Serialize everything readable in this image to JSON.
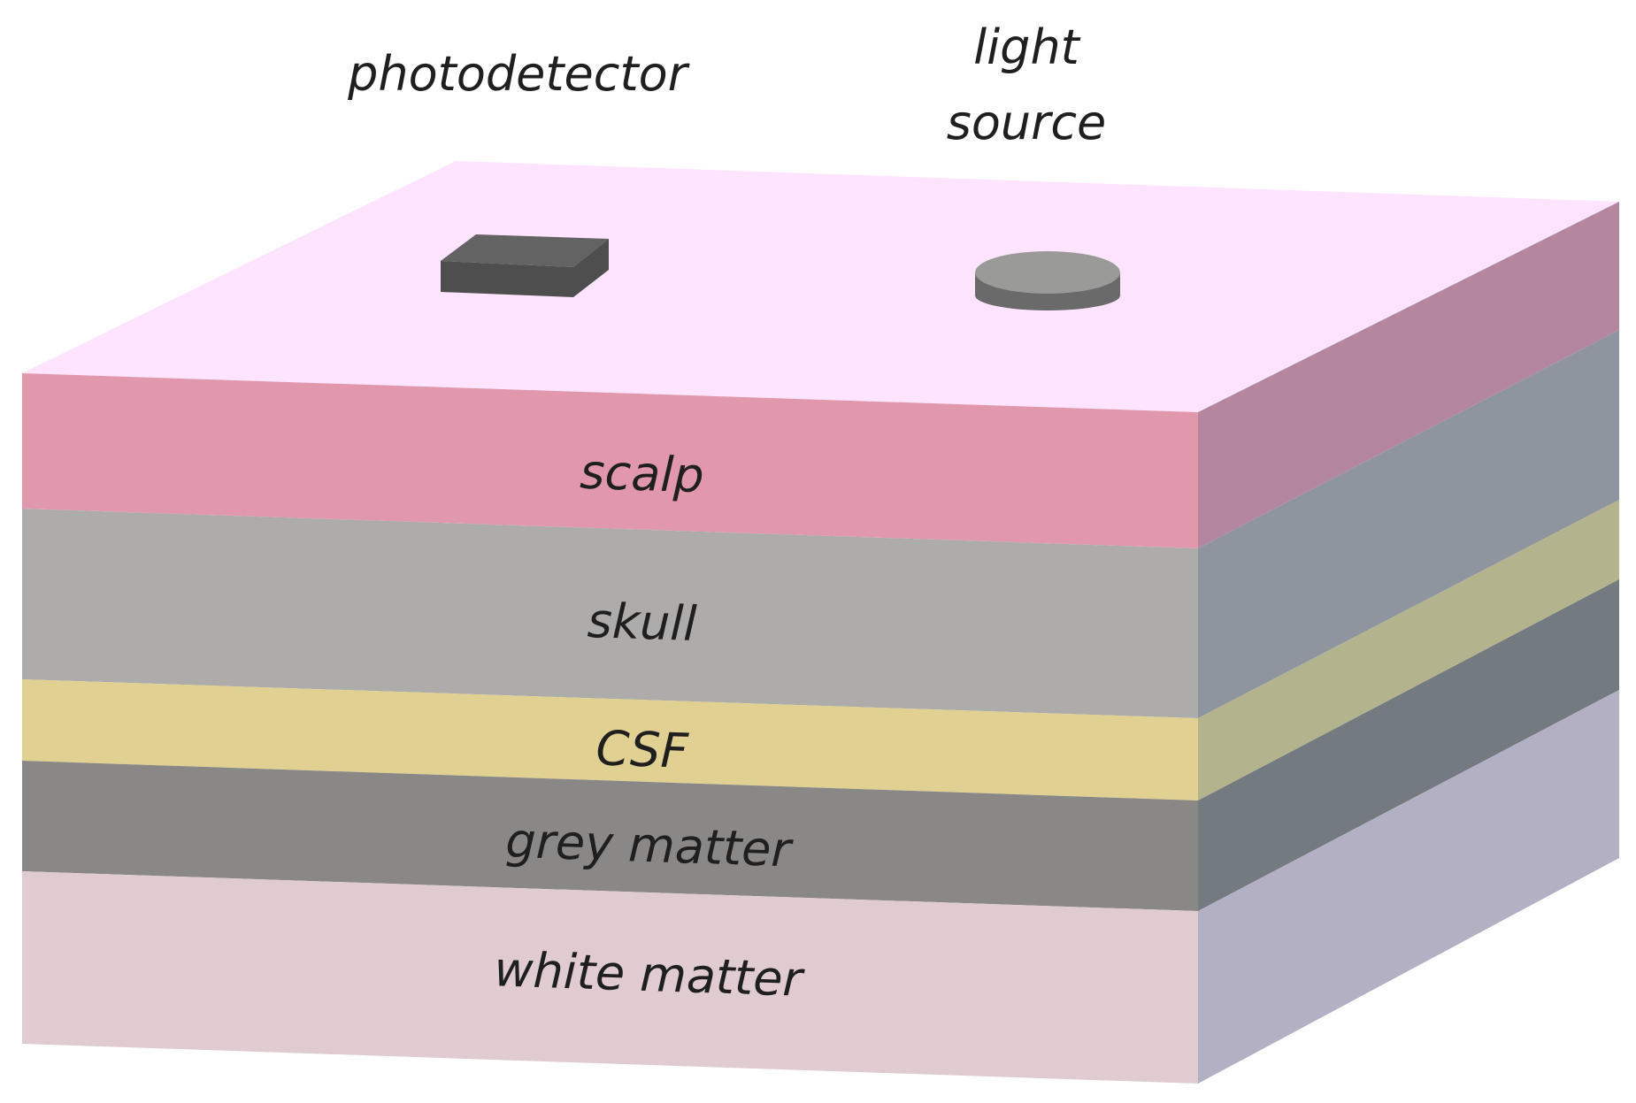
{
  "labels": {
    "photodetector": "photodetector",
    "light_source_line1": "light",
    "light_source_line2": "source"
  },
  "layers": [
    {
      "name": "scalp",
      "front_color": "#e198ad",
      "side_color": "#b5879f"
    },
    {
      "name": "skull",
      "front_color": "#adacaa",
      "side_color": "#8e959f"
    },
    {
      "name": "CSF",
      "front_color": "#e0d091",
      "side_color": "#b3b48d"
    },
    {
      "name": "grey matter",
      "front_color": "#898887",
      "side_color": "#737a80"
    },
    {
      "name": "white matter",
      "front_color": "#e0cbd1",
      "side_color": "#b4b0c3"
    }
  ],
  "colors": {
    "top_face": "#fee4fe",
    "photodetector_top": "#636363",
    "photodetector_side": "#4e4e4e",
    "light_source_top": "#9a9a98",
    "light_source_side": "#6a6a6a"
  }
}
